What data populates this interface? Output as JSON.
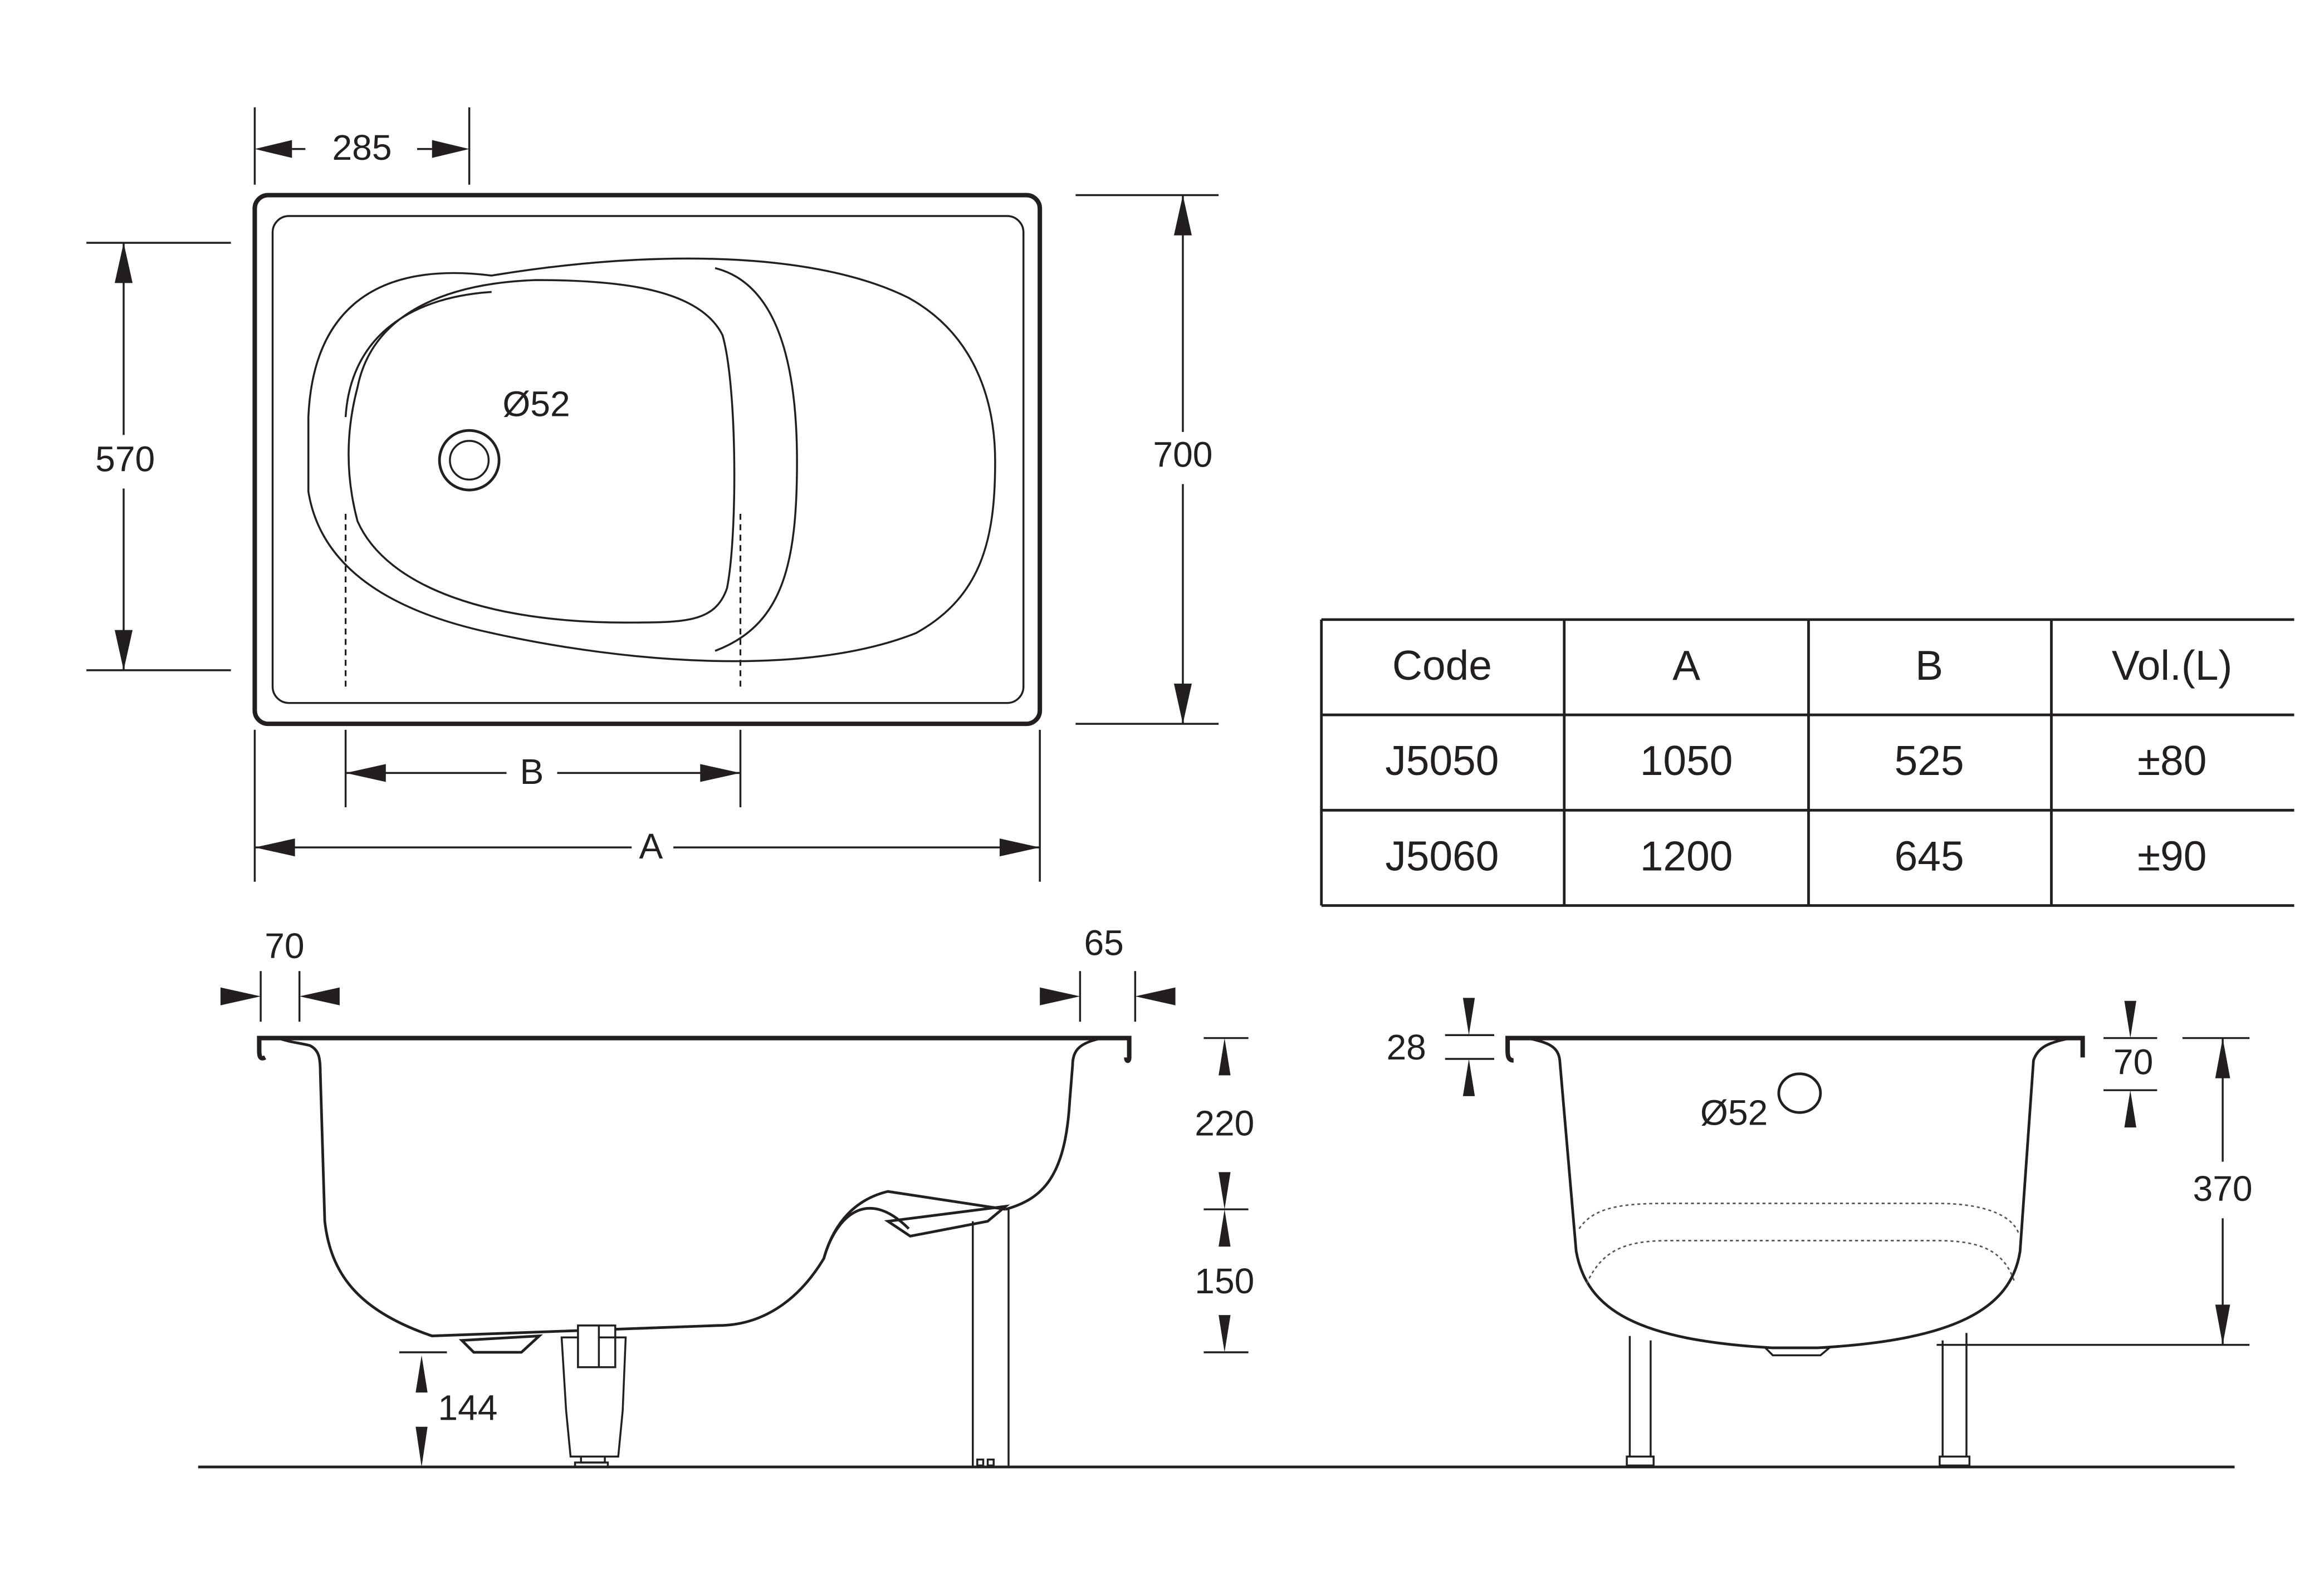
{
  "top_view": {
    "dim_285": "285",
    "dim_570": "570",
    "dim_700": "700",
    "drain_label": "Ø52",
    "dim_b": "B",
    "dim_a": "A"
  },
  "table": {
    "headers": [
      "Code",
      "A",
      "B",
      "Vol.(L)"
    ],
    "rows": [
      [
        "J5050",
        "1050",
        "525",
        "±80"
      ],
      [
        "J5060",
        "1200",
        "645",
        "±90"
      ]
    ]
  },
  "side_view": {
    "dim_70": "70",
    "dim_65": "65",
    "dim_220": "220",
    "dim_150": "150",
    "dim_144": "144"
  },
  "end_view": {
    "dim_28": "28",
    "dim_70": "70",
    "dim_370": "370",
    "overflow_label": "Ø52"
  }
}
